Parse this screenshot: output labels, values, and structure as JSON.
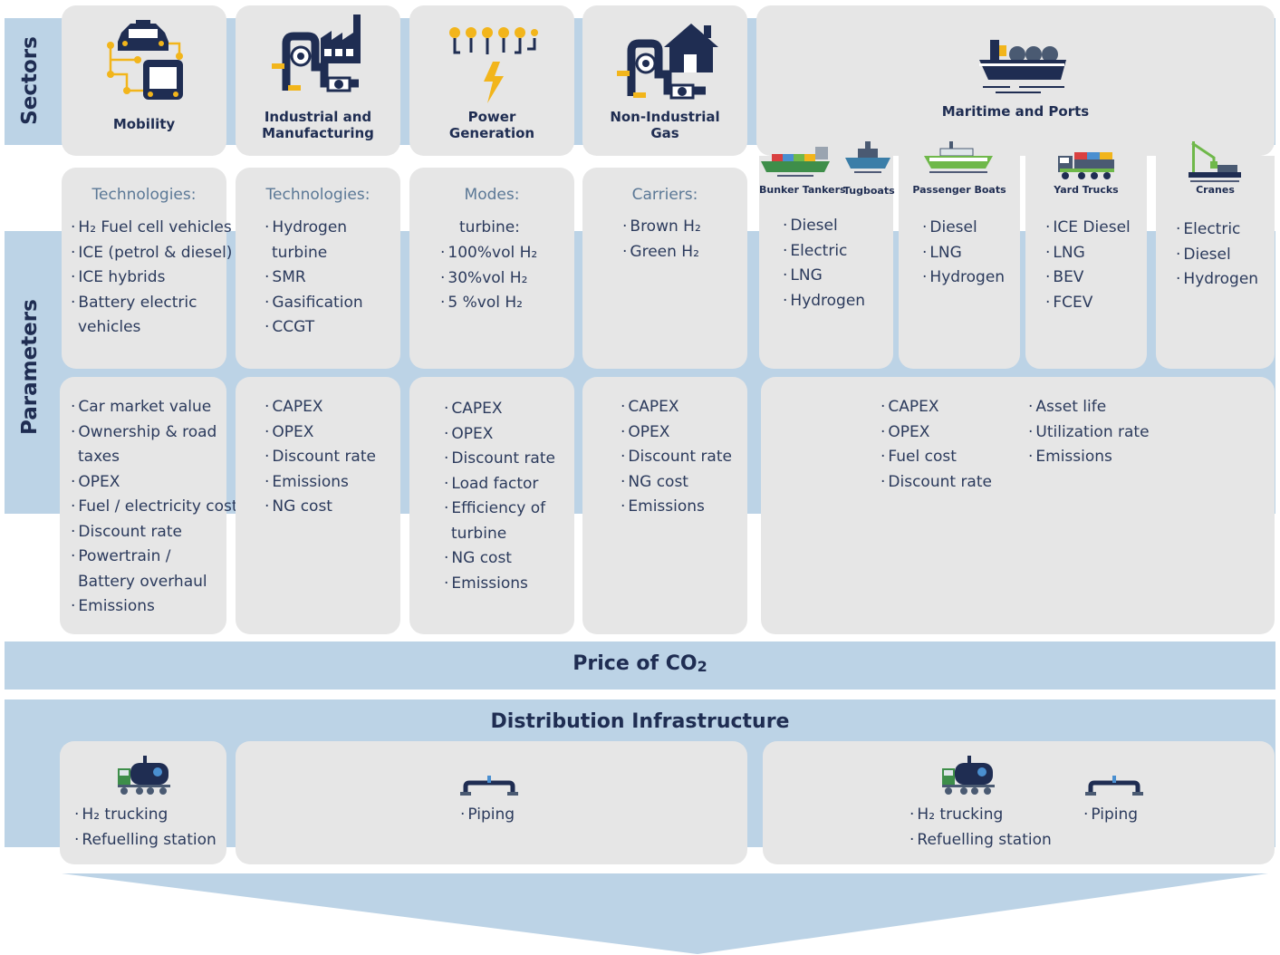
{
  "labels": {
    "sectors": "Sectors",
    "parameters": "Parameters"
  },
  "sectors": {
    "mobility": "Mobility",
    "industrial": "Industrial and\nManufacturing",
    "power": "Power\nGeneration",
    "nonindustrial": "Non-Industrial\nGas",
    "maritime": "Maritime and Ports"
  },
  "maritime_sub": {
    "bunker": "Bunker Tankers",
    "tugboats": "Tugboats",
    "passenger": "Passenger Boats",
    "yard": "Yard Trucks",
    "cranes": "Cranes"
  },
  "tech": {
    "mobility_title": "Technologies:",
    "mobility_items": [
      "H₂ Fuel cell vehicles",
      "ICE (petrol &  diesel)",
      "ICE hybrids",
      "Battery electric",
      "vehicles"
    ],
    "industrial_title": "Technologies:",
    "industrial_items": [
      "Hydrogen",
      "turbine",
      "SMR",
      "Gasification",
      "CCGT"
    ],
    "power_title": "Modes:",
    "power_intro": "turbine:",
    "power_items": [
      "100%vol H₂",
      "30%vol H₂",
      "5 %vol  H₂"
    ],
    "nonind_title": "Carriers:",
    "nonind_items": [
      "Brown H₂",
      "Green H₂"
    ],
    "bunker_items": [
      "Diesel",
      "Electric",
      "LNG",
      "Hydrogen"
    ],
    "passenger_items": [
      "Diesel",
      "LNG",
      "Hydrogen"
    ],
    "yard_items": [
      "ICE Diesel",
      "LNG",
      "BEV",
      "FCEV"
    ],
    "cranes_items": [
      "Electric",
      "Diesel",
      "Hydrogen"
    ]
  },
  "params": {
    "mobility": [
      "Car market value",
      "Ownership & road",
      "taxes",
      "OPEX",
      "Fuel / electricity cost",
      "Discount rate",
      "Powertrain /",
      "Battery overhaul",
      "Emissions"
    ],
    "industrial": [
      "CAPEX",
      "OPEX",
      "Discount rate",
      "Emissions",
      "NG cost"
    ],
    "power": [
      "CAPEX",
      "OPEX",
      "Discount rate",
      "Load factor",
      "Efficiency of",
      "turbine",
      "NG cost",
      "Emissions"
    ],
    "nonind": [
      "CAPEX",
      "OPEX",
      "Discount rate",
      "NG cost",
      "Emissions"
    ],
    "maritime_col1": [
      "CAPEX",
      "OPEX",
      "Fuel cost",
      "Discount rate"
    ],
    "maritime_col2": [
      "Asset life",
      "Utilization rate",
      "Emissions"
    ]
  },
  "co2": {
    "prefix": "Price of CO",
    "sub": "2"
  },
  "distribution": {
    "title": "Distribution Infrastructure",
    "left_items": [
      "H₂ trucking",
      "Refuelling station"
    ],
    "middle_items": [
      "Piping"
    ],
    "right_items": [
      "H₂ trucking",
      "Refuelling station"
    ],
    "right_piping": [
      "Piping"
    ]
  },
  "colors": {
    "navy": "#1f2d52",
    "band": "#bcd3e6",
    "card": "#e6e6e6",
    "accent_yellow": "#f2b51b",
    "accent_green": "#6fb84a",
    "steel": "#4a5a72"
  }
}
